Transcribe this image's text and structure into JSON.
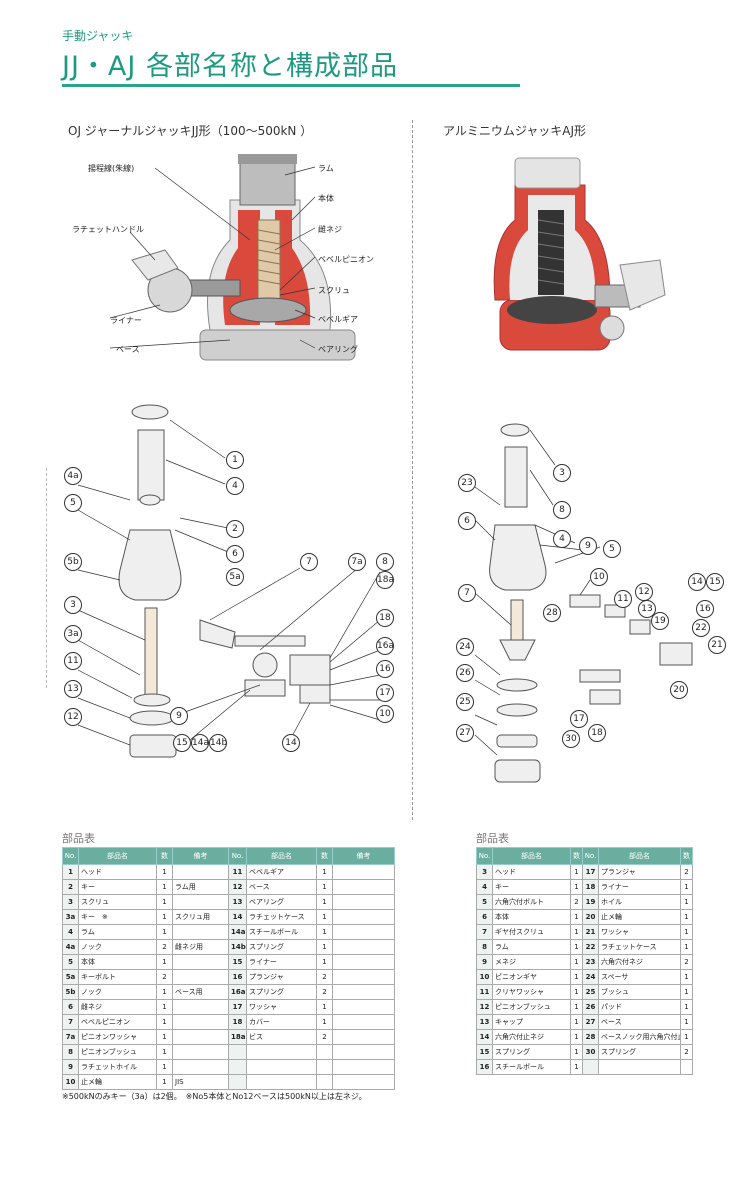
{
  "header": {
    "category": "手動ジャッキ",
    "title": "JJ・AJ 各部名称と構成部品"
  },
  "jj": {
    "section_title": "OJ ジャーナルジャッキJJ形（100〜500kN ）",
    "callouts": {
      "stroke_line": "揚程線(朱線)",
      "ratchet_handle": "ラチェットハンドル",
      "liner": "ライナー",
      "base": "ベース",
      "ram": "ラム",
      "body": "本体",
      "screw_thread": "雌ネジ",
      "bevel_pinion": "ベベルピニオン",
      "screw": "スクリュ",
      "bevel_gear": "ベベルギア",
      "bearing": "ベアリング"
    },
    "exploded_numbers": [
      "1",
      "4",
      "4a",
      "2",
      "5",
      "6",
      "5a",
      "5b",
      "3",
      "3a",
      "11",
      "13",
      "12",
      "7",
      "7a",
      "8",
      "18a",
      "18",
      "16a",
      "16",
      "17",
      "10",
      "9",
      "15",
      "14a",
      "14b",
      "14"
    ]
  },
  "aj": {
    "section_title": "アルミニウムジャッキAJ形",
    "exploded_numbers": [
      "3",
      "23",
      "8",
      "6",
      "4",
      "9",
      "5",
      "7",
      "10",
      "11",
      "12",
      "13",
      "19",
      "14",
      "15",
      "16",
      "22",
      "21",
      "20",
      "28",
      "24",
      "26",
      "25",
      "27",
      "17",
      "30",
      "18"
    ]
  },
  "jj_table": {
    "heading": "部品表",
    "columns": [
      "No.",
      "部品名",
      "数",
      "備考",
      "No.",
      "部品名",
      "数",
      "備考"
    ],
    "rows": [
      [
        "1",
        "ヘッド",
        "1",
        "",
        "11",
        "ベベルギア",
        "1",
        ""
      ],
      [
        "2",
        "キー",
        "1",
        "ラム用",
        "12",
        "ベース",
        "1",
        ""
      ],
      [
        "3",
        "スクリュ",
        "1",
        "",
        "13",
        "ベアリング",
        "1",
        ""
      ],
      [
        "3a",
        "キー　※",
        "1",
        "スクリュ用",
        "14",
        "ラチェットケース",
        "1",
        ""
      ],
      [
        "4",
        "ラム",
        "1",
        "",
        "14a",
        "スチールボール",
        "1",
        ""
      ],
      [
        "4a",
        "ノック",
        "2",
        "雌ネジ用",
        "14b",
        "スプリング",
        "1",
        ""
      ],
      [
        "5",
        "本体",
        "1",
        "",
        "15",
        "ライナー",
        "1",
        ""
      ],
      [
        "5a",
        "キーボルト",
        "2",
        "",
        "16",
        "プランジャ",
        "2",
        ""
      ],
      [
        "5b",
        "ノック",
        "1",
        "ベース用",
        "16a",
        "スプリング",
        "2",
        ""
      ],
      [
        "6",
        "雌ネジ",
        "1",
        "",
        "17",
        "ワッシャ",
        "1",
        ""
      ],
      [
        "7",
        "ベベルピニオン",
        "1",
        "",
        "18",
        "カバー",
        "1",
        ""
      ],
      [
        "7a",
        "ピニオンワッシャ",
        "1",
        "",
        "18a",
        "ビス",
        "2",
        ""
      ],
      [
        "8",
        "ピニオンブッシュ",
        "1",
        "",
        "",
        "",
        "",
        ""
      ],
      [
        "9",
        "ラチェットホイル",
        "1",
        "",
        "",
        "",
        "",
        ""
      ],
      [
        "10",
        "止メ輪",
        "1",
        "JIS",
        "",
        "",
        "",
        ""
      ]
    ],
    "footnote": "※500kNのみキー（3a）は2個。　※No5本体とNo12ベースは500kN以上は左ネジ。"
  },
  "aj_table": {
    "heading": "部品表",
    "columns": [
      "No.",
      "部品名",
      "数",
      "No.",
      "部品名",
      "数"
    ],
    "rows": [
      [
        "3",
        "ヘッド",
        "1",
        "17",
        "プランジャ",
        "2"
      ],
      [
        "4",
        "キー",
        "1",
        "18",
        "ライナー",
        "1"
      ],
      [
        "5",
        "六角穴付ボルト",
        "2",
        "19",
        "ホイル",
        "1"
      ],
      [
        "6",
        "本体",
        "1",
        "20",
        "止メ輪",
        "1"
      ],
      [
        "7",
        "ギヤ付スクリュ",
        "1",
        "21",
        "ワッシャ",
        "1"
      ],
      [
        "8",
        "ラム",
        "1",
        "22",
        "ラチェットケース",
        "1"
      ],
      [
        "9",
        "メネジ",
        "1",
        "23",
        "六角穴付ネジ",
        "2"
      ],
      [
        "10",
        "ピニオンギヤ",
        "1",
        "24",
        "スペーサ",
        "1"
      ],
      [
        "11",
        "クリヤワッシャ",
        "1",
        "25",
        "ブッシュ",
        "1"
      ],
      [
        "12",
        "ピニオンブッシュ",
        "1",
        "26",
        "パッド",
        "1"
      ],
      [
        "13",
        "キャップ",
        "1",
        "27",
        "ベース",
        "1"
      ],
      [
        "14",
        "六角穴付止ネジ",
        "1",
        "28",
        "ベースノック用六角穴付止ネジ",
        "1"
      ],
      [
        "15",
        "スプリング",
        "1",
        "30",
        "スプリング",
        "2"
      ],
      [
        "16",
        "スチールボール",
        "1",
        "",
        "",
        ""
      ]
    ]
  },
  "colors": {
    "accent": "#1f9a82",
    "rule": "#2aa58b",
    "table_header": "#6aae9f",
    "cutaway_red": "#d94a3c"
  }
}
